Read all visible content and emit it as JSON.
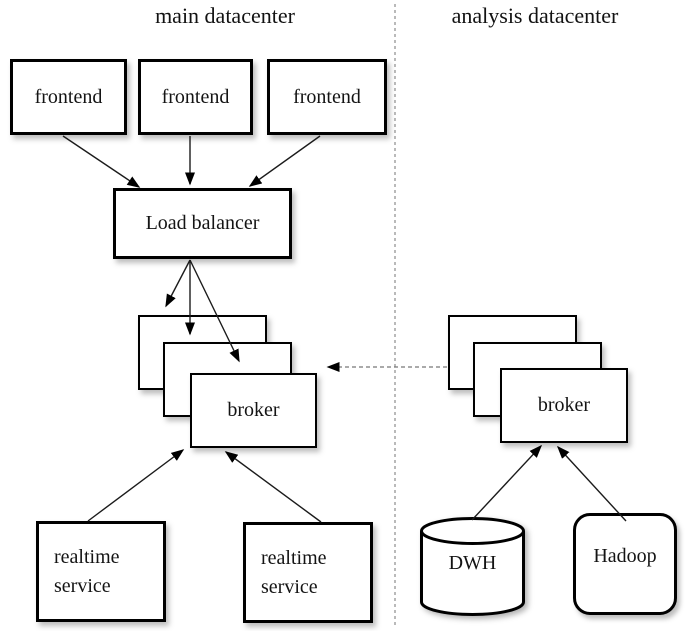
{
  "titles": {
    "main": "main datacenter",
    "analysis": "analysis datacenter"
  },
  "nodes": {
    "frontend1": {
      "label": "frontend"
    },
    "frontend2": {
      "label": "frontend"
    },
    "frontend3": {
      "label": "frontend"
    },
    "load_balancer": {
      "label": "Load balancer"
    },
    "broker_main": {
      "label": "broker"
    },
    "broker_analysis": {
      "label": "broker"
    },
    "realtime1": {
      "label": "realtime service"
    },
    "realtime2": {
      "label": "realtime service"
    },
    "dwh": {
      "label": "DWH"
    },
    "hadoop": {
      "label": "Hadoop"
    }
  },
  "edges": [
    {
      "from": "frontend-1",
      "to": "load-balancer",
      "style": "solid-arrow"
    },
    {
      "from": "frontend-2",
      "to": "load-balancer",
      "style": "solid-arrow"
    },
    {
      "from": "frontend-3",
      "to": "load-balancer",
      "style": "solid-arrow"
    },
    {
      "from": "load-balancer",
      "to": "broker-main-replica-1",
      "style": "solid-arrow"
    },
    {
      "from": "load-balancer",
      "to": "broker-main-replica-2",
      "style": "solid-arrow"
    },
    {
      "from": "load-balancer",
      "to": "broker-main-replica-3",
      "style": "solid-arrow"
    },
    {
      "from": "realtime-service-1",
      "to": "broker-main",
      "style": "solid-arrow"
    },
    {
      "from": "realtime-service-2",
      "to": "broker-main",
      "style": "solid-arrow"
    },
    {
      "from": "dwh",
      "to": "broker-analysis",
      "style": "solid-arrow"
    },
    {
      "from": "hadoop",
      "to": "broker-analysis",
      "style": "solid-arrow"
    },
    {
      "from": "broker-analysis",
      "to": "broker-main",
      "style": "dashed-arrow"
    }
  ],
  "colors": {
    "background": "#ffffff",
    "box_fill": "#ffffff",
    "box_border": "#000000",
    "arrow": "#1b1b1b",
    "dashed_arrow": "#777777",
    "divider": "#8c8c8c"
  }
}
